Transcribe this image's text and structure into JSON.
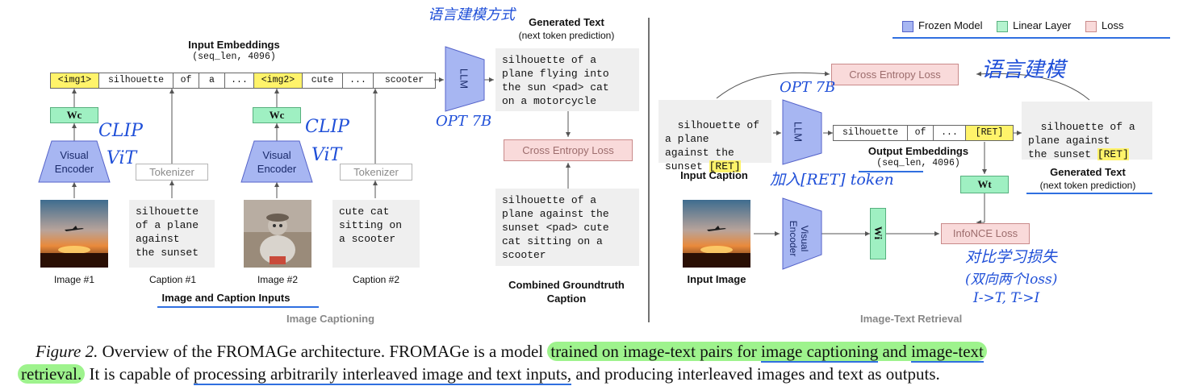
{
  "left": {
    "input_embeddings_title": "Input Embeddings",
    "input_embeddings_shape": "(seq_len, 4096)",
    "tokens": [
      "<img1>",
      "silhouette",
      "of",
      "a",
      "...",
      "<img2>",
      "cute",
      "...",
      "scooter"
    ],
    "highlighted_tokens": [
      0,
      5
    ],
    "wc_label": "Wc",
    "visual_encoder_label": "Visual Encoder",
    "tokenizer_label": "Tokenizer",
    "caption1_text": "silhouette\nof a plane\nagainst\nthe sunset",
    "caption2_text": "cute cat\nsitting on\na scooter",
    "image1_label": "Image #1",
    "caption1_label": "Caption #1",
    "image2_label": "Image #2",
    "caption2_label": "Caption #2",
    "inputs_title": "Image and Caption Inputs",
    "section_title": "Image Captioning",
    "llm_label": "LLM",
    "generated_title": "Generated Text",
    "generated_sub": "(next token prediction)",
    "generated_text": "silhouette of a\nplane flying into\nthe sun <pad> cat\non a motorcycle",
    "ce_loss_label": "Cross Entropy Loss",
    "groundtruth_text": "silhouette of a\nplane against the\nsunset <pad> cute\ncat sitting on a\nscooter",
    "groundtruth_title": "Combined Groundtruth Caption",
    "hand_clip1": "CLIP",
    "hand_vit1": "ViT",
    "hand_clip2": "CLIP",
    "hand_vit2": "ViT",
    "hand_opt": "OPT 7B",
    "hand_lm_mode": "语言建模方式"
  },
  "right": {
    "legend": [
      {
        "label": "Frozen Model",
        "color": "#a7b6f2",
        "border": "#5563c9"
      },
      {
        "label": "Linear Layer",
        "color": "#b5f3cf",
        "border": "#57b07e"
      },
      {
        "label": "Loss",
        "color": "#f9dada",
        "border": "#c98a8a"
      }
    ],
    "ce_loss_label": "Cross Entropy Loss",
    "input_caption_text": "silhouette of\na plane\nagainst the\nsunset ",
    "input_caption_ret": "[RET]",
    "input_caption_title": "Input Caption",
    "llm_label": "LLM",
    "output_tokens": [
      "silhouette",
      "of",
      "...",
      "[RET]"
    ],
    "output_embeddings_title": "Output Embeddings",
    "output_embeddings_shape": "(seq_len, 4096)",
    "wt_label": "Wt",
    "wi_label": "Wi",
    "generated_text": "silhouette of a\nplane against\nthe sunset ",
    "generated_ret": "[RET]",
    "generated_title": "Generated Text",
    "generated_sub": "(next token prediction)",
    "visual_encoder_label": "Visual Encoder",
    "infonce_label": "InfoNCE Loss",
    "input_image_title": "Input Image",
    "section_title": "Image-Text Retrieval",
    "hand_opt": "OPT 7B",
    "hand_lm": "语言建模",
    "hand_ret_token": "加入[RET] token",
    "hand_contrast1": "对比学习损失",
    "hand_contrast2": "(双向两个loss)",
    "hand_contrast3": "I->T, T->I"
  },
  "figure_caption": {
    "label": "Figure 2.",
    "part1": " Overview of the FROMAGe architecture. FROMAGe is a model ",
    "hl1": "trained on image-text pairs for ",
    "u1": "image captioning",
    "mid1": " and ",
    "u2": "image-text",
    "hl2": "retrieval.",
    "part2": " It is capable of ",
    "u3": "processing arbitrarily interleaved image and text inputs,",
    "part3": " and producing interleaved images and text as outputs."
  }
}
